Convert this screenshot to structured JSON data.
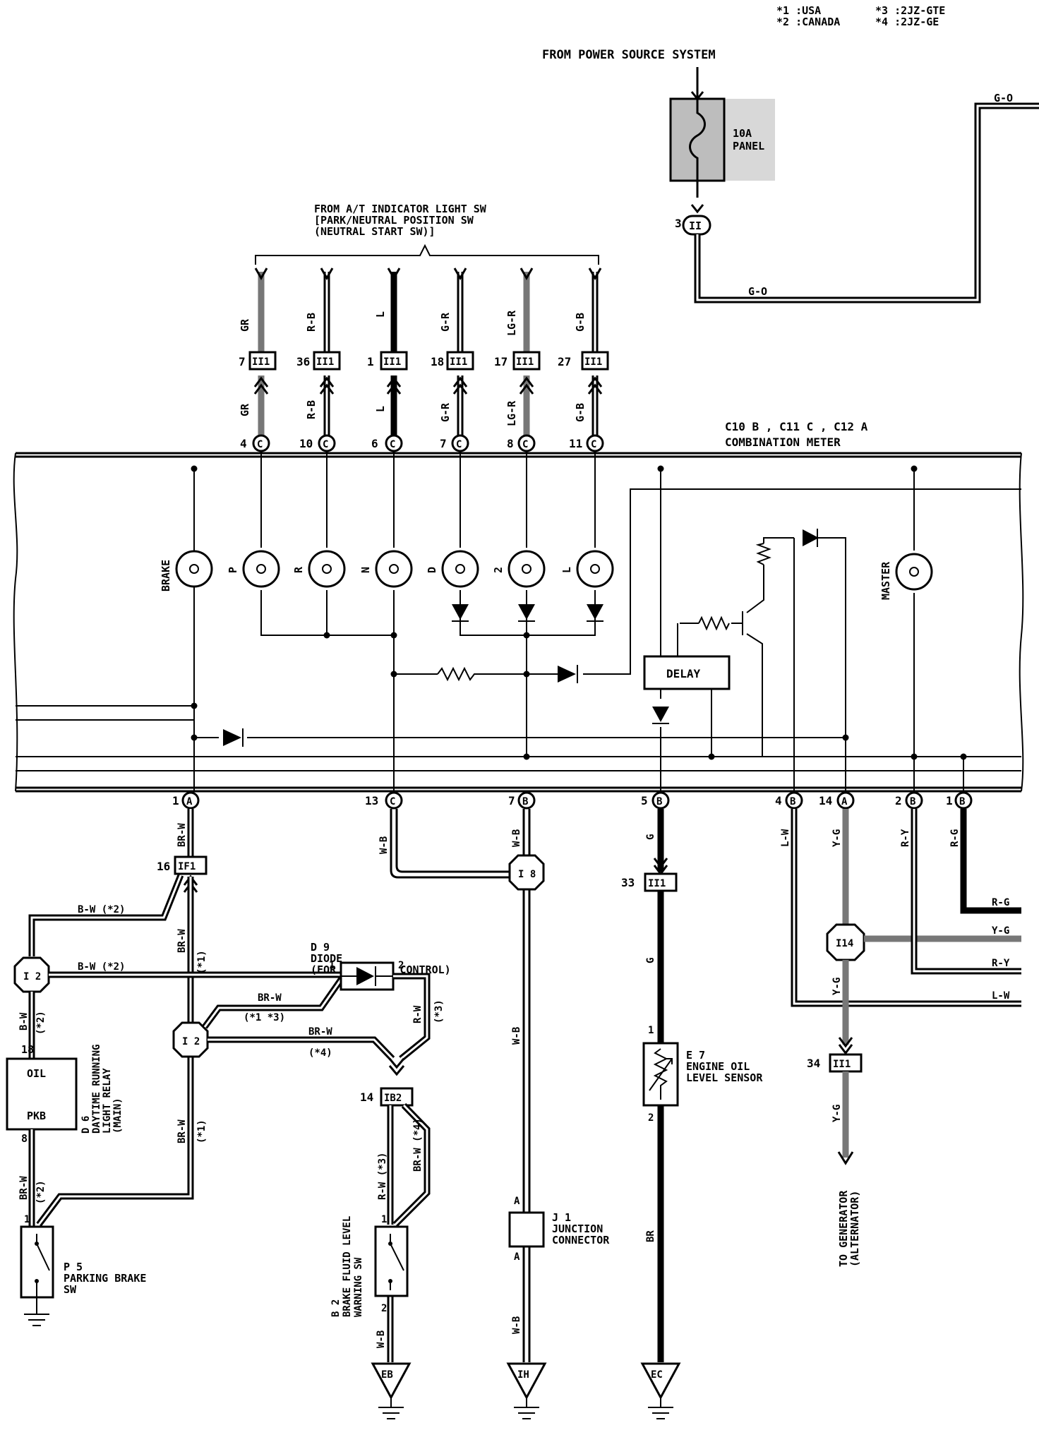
{
  "legend": {
    "l1": "*1 :USA",
    "l2": "*2 :CANADA",
    "l3": "*3 :2JZ-GTE",
    "l4": "*4 :2JZ-GE"
  },
  "power": {
    "label": "FROM POWER SOURCE SYSTEM",
    "fuse_amp": "10A",
    "fuse_loc": "PANEL",
    "conn_pin": "3",
    "conn_id": "II",
    "wire_top": "G-O",
    "wire_bottom": "G-O"
  },
  "at_switch": {
    "l1": "FROM A/T INDICATOR LIGHT SW",
    "l2": "[PARK/NEUTRAL POSITION SW",
    "l3": "(NEUTRAL START SW)]"
  },
  "top_inputs": [
    {
      "wire": "GR",
      "ii_pin": "7",
      "ii": "II1",
      "c_pin": "4",
      "c": "C"
    },
    {
      "wire": "R-B",
      "ii_pin": "36",
      "ii": "II1",
      "c_pin": "10",
      "c": "C"
    },
    {
      "wire": "L",
      "ii_pin": "1",
      "ii": "II1",
      "c_pin": "6",
      "c": "C"
    },
    {
      "wire": "G-R",
      "ii_pin": "18",
      "ii": "II1",
      "c_pin": "7",
      "c": "C"
    },
    {
      "wire": "LG-R",
      "ii_pin": "17",
      "ii": "II1",
      "c_pin": "8",
      "c": "C"
    },
    {
      "wire": "G-B",
      "ii_pin": "27",
      "ii": "II1",
      "c_pin": "11",
      "c": "C"
    }
  ],
  "meter": {
    "conns": "C10 B , C11 C , C12 A",
    "title": "COMBINATION METER",
    "delay": "DELAY",
    "lamps": [
      "BRAKE",
      "P",
      "R",
      "N",
      "D",
      "2",
      "L",
      "MASTER"
    ]
  },
  "bottom_conns": [
    {
      "pin": "1",
      "id": "A"
    },
    {
      "pin": "13",
      "id": "C"
    },
    {
      "pin": "7",
      "id": "B"
    },
    {
      "pin": "5",
      "id": "B"
    },
    {
      "pin": "4",
      "id": "B"
    },
    {
      "pin": "14",
      "id": "A"
    },
    {
      "pin": "2",
      "id": "B"
    },
    {
      "pin": "1",
      "id": "B"
    }
  ],
  "wires": {
    "brw": "BR-W",
    "wb": "W-B",
    "g": "G",
    "lw": "L-W",
    "yg": "Y-G",
    "ry": "R-Y",
    "rg": "R-G",
    "br": "BR",
    "rw": "R-W",
    "bw": "B-W",
    "bw2": "B-W (*2)",
    "s1": "(*1)",
    "s2": "(*2)",
    "s3": "(*3)",
    "s4": "(*4)",
    "s13": "(*1 *3)",
    "rw3": "R-W (*3)",
    "brw4": "BR-W (*4)"
  },
  "junctions": {
    "if1_pin": "16",
    "if1": "IF1",
    "i8": "I 8",
    "i2": "I 2",
    "i14": "I14",
    "ii33_pin": "33",
    "ii34_pin": "34",
    "ii": "II1",
    "ib2_pin": "14",
    "ib2": "IB2"
  },
  "components": {
    "d9_id": "D 9",
    "d9_name": "DIODE",
    "d9_desc": "(FOR TRACTION CONTROL)",
    "d9_p1": "1",
    "d9_p2": "2",
    "d6_id": "D 6",
    "d6_l1": "DAYTIME RUNNING",
    "d6_l2": "LIGHT RELAY",
    "d6_l3": "(MAIN)",
    "d6_oil": "OIL",
    "d6_pkb": "PKB",
    "d6_p18": "18",
    "d6_p8": "8",
    "p5_id": "P 5",
    "p5_l1": "PARKING BRAKE",
    "p5_l2": "SW",
    "p5_pin": "1",
    "b2_id": "B 2",
    "b2_l1": "BRAKE FLUID LEVEL",
    "b2_l2": "WARNING SW",
    "b2_p1": "1",
    "b2_p2": "2",
    "j1_id": "J 1",
    "j1_l1": "JUNCTION",
    "j1_l2": "CONNECTOR",
    "j1_a": "A",
    "e7_id": "E 7",
    "e7_l1": "ENGINE OIL",
    "e7_l2": "LEVEL SENSOR",
    "e7_p1": "1",
    "e7_p2": "2",
    "gen_l1": "TO GENERATOR",
    "gen_l2": "(ALTERNATOR)"
  },
  "grounds": [
    "EB",
    "IH",
    "EC"
  ]
}
